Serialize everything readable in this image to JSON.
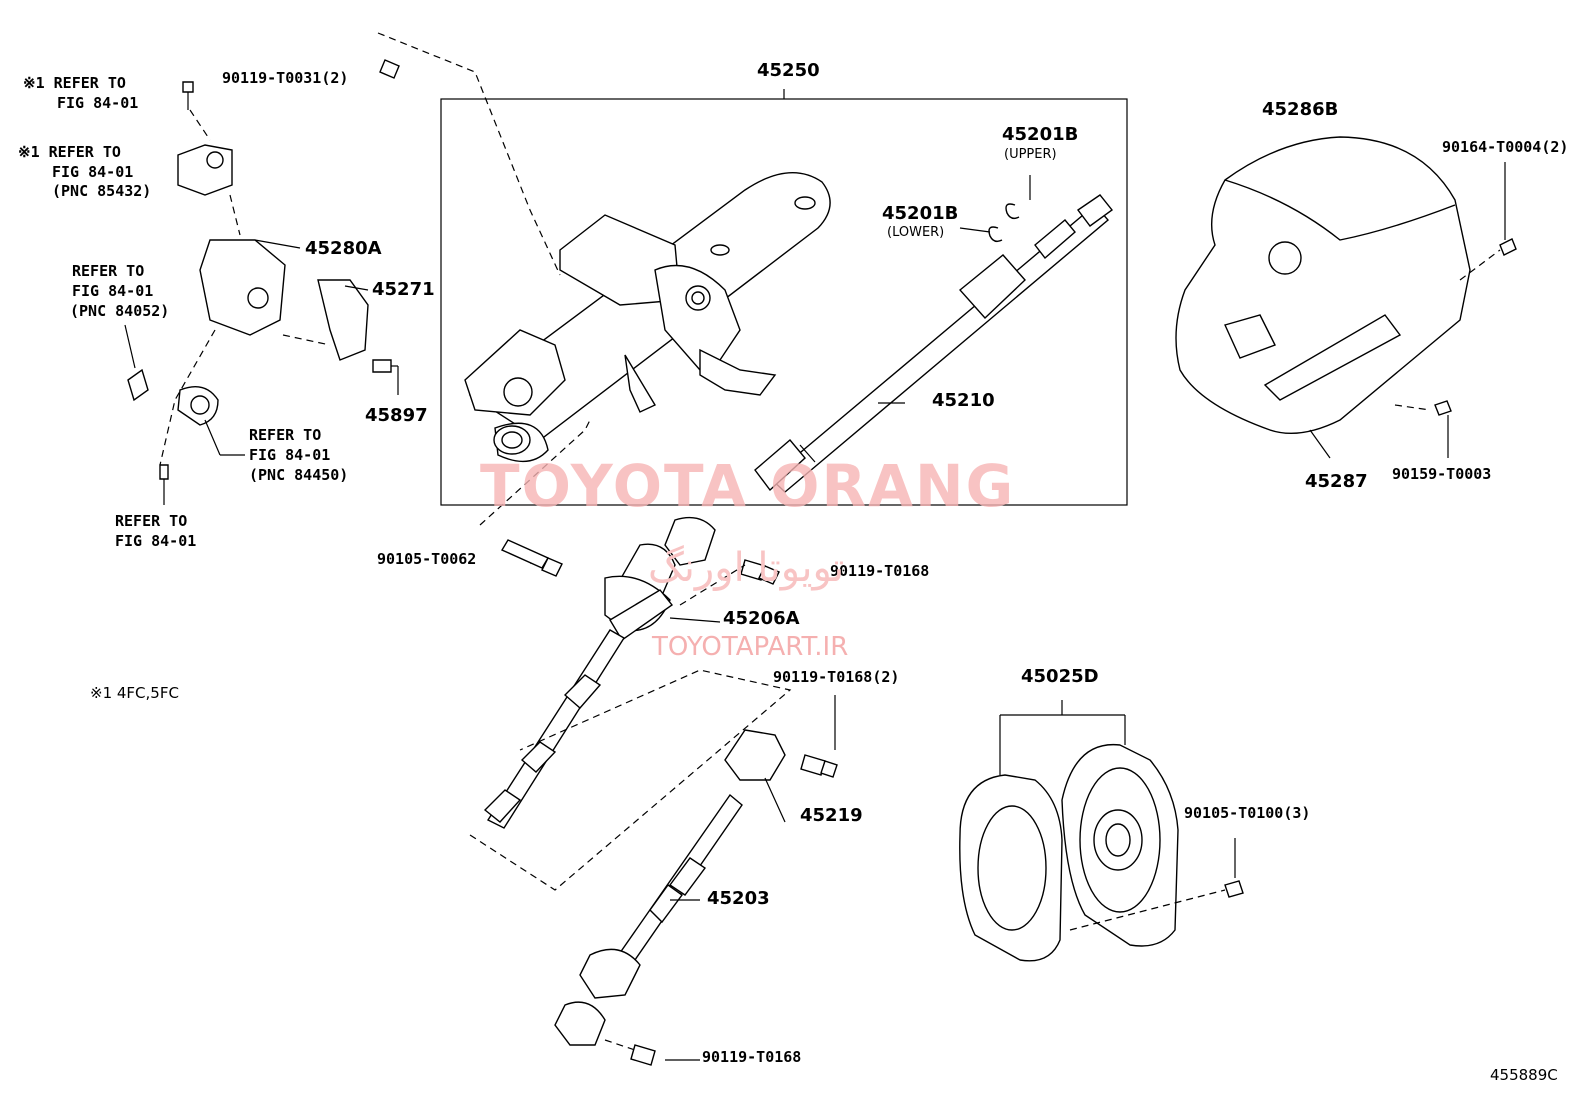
{
  "diagram": {
    "figure_id": "455889C",
    "footnote": "※1 4FC,5FC",
    "watermarks": {
      "brand": "TOYOTA ORANG",
      "site": "TOYOTAPART.IR",
      "arabic": "تویوتا اورنگ"
    },
    "parts": {
      "p45250": "45250",
      "p45201b_upper": "45201B",
      "p45201b_upper_note": "(UPPER)",
      "p45201b_lower": "45201B",
      "p45201b_lower_note": "(LOWER)",
      "p45210": "45210",
      "p45286b": "45286B",
      "p45287": "45287",
      "p90164": "90164-T0004(2)",
      "p90159": "90159-T0003",
      "p45280a": "45280A",
      "p45271": "45271",
      "p45897": "45897",
      "p90119_t0031": "90119-T0031(2)",
      "p90105_t0062": "90105-T0062",
      "p90119_t0168_a": "90119-T0168",
      "p45206a": "45206A",
      "p90119_t0168_2": "90119-T0168(2)",
      "p45219": "45219",
      "p45203": "45203",
      "p90119_t0168_b": "90119-T0168",
      "p45025d": "45025D",
      "p90105_t0100": "90105-T0100(3)"
    },
    "refs": {
      "r1_line1": "※1 REFER TO",
      "r1_line2": "FIG 84-01",
      "r2_line1": "※1 REFER TO",
      "r2_line2": "FIG 84-01",
      "r2_line3": "(PNC 85432)",
      "r3_line1": "REFER TO",
      "r3_line2": "FIG 84-01",
      "r3_line3": "(PNC 84052)",
      "r4_line1": "REFER TO",
      "r4_line2": "FIG 84-01",
      "r4_line3": "(PNC 84450)",
      "r5_line1": "REFER TO",
      "r5_line2": "FIG 84-01"
    }
  }
}
